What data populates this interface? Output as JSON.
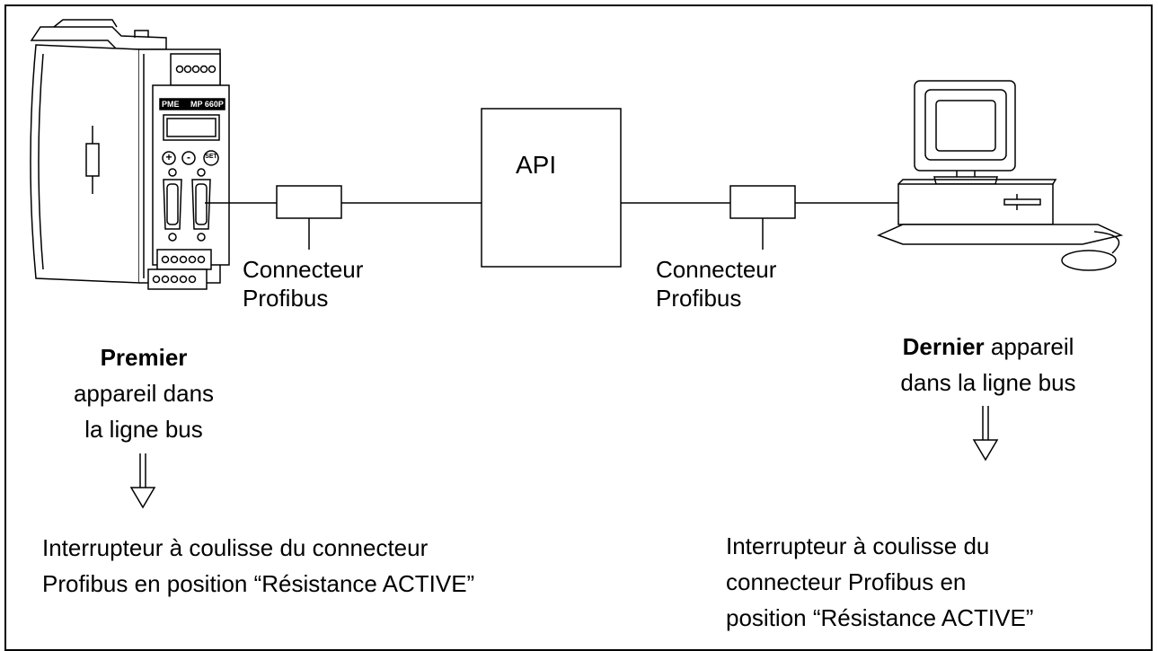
{
  "plc": {
    "label": "API"
  },
  "connector_left": {
    "line1": "Connecteur",
    "line2": "Profibus"
  },
  "connector_right": {
    "line1": "Connecteur",
    "line2": "Profibus"
  },
  "device_label": {
    "brand": "PME",
    "model": "MP 660P",
    "btn_plus": "+",
    "btn_minus": "-",
    "btn_set": "SET"
  },
  "first_device": {
    "bold": "Premier",
    "line2": "appareil dans",
    "line3": "la ligne bus"
  },
  "last_device": {
    "bold": "Dernier",
    "rest": " appareil",
    "line2": "dans la ligne bus"
  },
  "note_left": {
    "line1": "Interrupteur à coulisse du connecteur",
    "line2": "Profibus en position “Résistance ACTIVE”"
  },
  "note_right": {
    "line1": "Interrupteur à coulisse du",
    "line2": "connecteur Profibus en",
    "line3": "position “Résistance ACTIVE”"
  }
}
